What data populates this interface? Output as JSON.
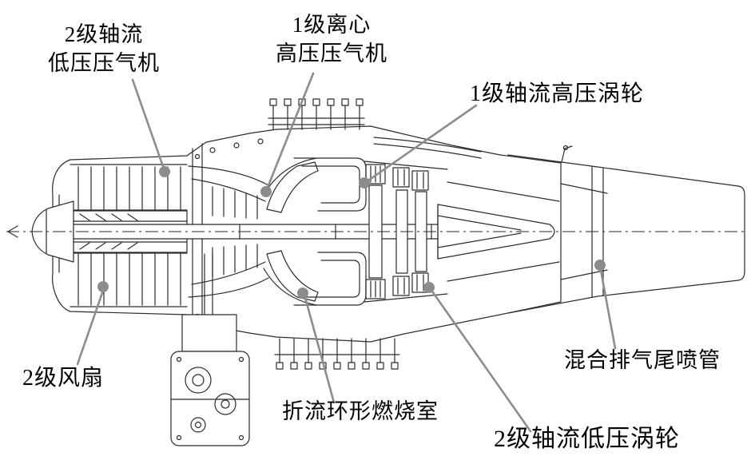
{
  "labels": [
    {
      "id": "lp-compressor",
      "text": "2级轴流\n低压压气机"
    },
    {
      "id": "centrifugal-hp-compressor",
      "text": "1级离心\n高压压气机"
    },
    {
      "id": "hp-turbine",
      "text": "1级轴流高压涡轮"
    },
    {
      "id": "exhaust-nozzle",
      "text": "混合排气尾喷管"
    },
    {
      "id": "fan",
      "text": "2级风扇"
    },
    {
      "id": "combustor",
      "text": "折流环形燃烧室"
    },
    {
      "id": "lp-turbine",
      "text": "2级轴流低压涡轮"
    }
  ],
  "colors": {
    "background": "#ffffff",
    "line": "#2b2b2b",
    "leader": "#8c8c8c",
    "text": "#000000"
  }
}
